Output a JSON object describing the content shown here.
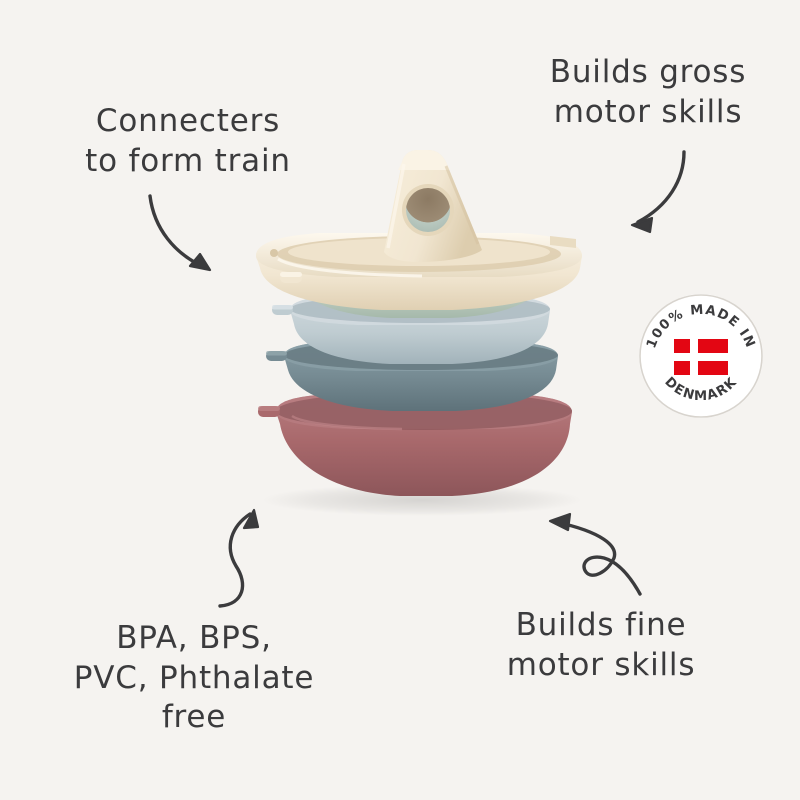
{
  "background_color": "#f5f3f0",
  "annotations": [
    {
      "id": "connecters",
      "text": "Connecters\nto form train",
      "arrow": "curved-arrow-down-right"
    },
    {
      "id": "gross-motor",
      "text": "Builds gross\nmotor skills",
      "arrow": "curved-arrow-down-left"
    },
    {
      "id": "material-safety",
      "text": "BPA, BPS,\nPVC, Phthalate\nfree",
      "arrow": "s-curve-arrow-up-right"
    },
    {
      "id": "fine-motor",
      "text": "Builds fine\nmotor skills",
      "arrow": "looped-arrow-up-left"
    }
  ],
  "text_color": "#3b3b3d",
  "product": {
    "name": "stacking-boats",
    "boat_count": 5,
    "boats": [
      {
        "index": 1,
        "position": "top",
        "color": "#f1e6d1",
        "shade": "#e3d5bb",
        "highlight": "#faf3e6",
        "label": "cream"
      },
      {
        "index": 2,
        "position": "second",
        "color": "#c3d2c6",
        "shade": "#a9bcae",
        "highlight": "#d6e1d8",
        "label": "sage-green"
      },
      {
        "index": 3,
        "position": "third",
        "color": "#bfccd1",
        "shade": "#a5b6bd",
        "highlight": "#d2dbdf",
        "label": "light-blue-grey"
      },
      {
        "index": 4,
        "position": "fourth",
        "color": "#768b93",
        "shade": "#61757d",
        "highlight": "#8ba0a8",
        "label": "slate-blue"
      },
      {
        "index": 5,
        "position": "bottom",
        "color": "#a9696c",
        "shade": "#8f585c",
        "highlight": "#ba7b7e",
        "label": "dusty-rose"
      }
    ],
    "funnel": {
      "color": "#f1e6d1",
      "shade": "#e0d2b8",
      "porthole_color": "#8c7a63",
      "porthole_inner": "#b9c8bf"
    }
  },
  "badge": {
    "top_text": "100% MADE IN",
    "bottom_text": "DENMARK",
    "ring_color": "#d8d4ce",
    "background": "#ffffff",
    "flag": {
      "name": "danish-flag",
      "field_color": "#e30613",
      "cross_color": "#ffffff"
    }
  }
}
